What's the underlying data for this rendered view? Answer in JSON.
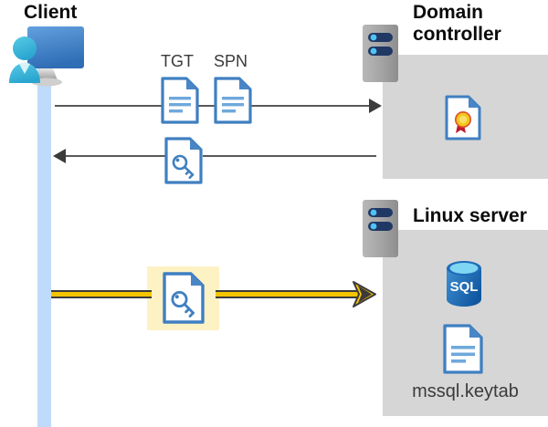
{
  "diagram": {
    "title": "Kerberos authentication flow between client, domain controller and Linux server",
    "actors": {
      "client": {
        "label": "Client",
        "icon": "desktop-user-icon"
      },
      "domain_controller": {
        "label": "Domain controller",
        "label_line1": "Domain",
        "label_line2": "controller",
        "icon": "server-rack-icon",
        "panel_contents": [
          {
            "name": "certificate-icon",
            "label": ""
          }
        ]
      },
      "linux_server": {
        "label": "Linux server",
        "icon": "server-rack-icon",
        "panel_contents": [
          {
            "name": "sql-database-icon",
            "label": "SQL"
          },
          {
            "name": "keytab-file-icon",
            "label": "mssql.keytab"
          }
        ]
      }
    },
    "messages": [
      {
        "id": "request",
        "from": "client",
        "to": "domain_controller",
        "direction": "right",
        "style": "gray",
        "artifacts": [
          {
            "label": "TGT",
            "icon": "document-icon"
          },
          {
            "label": "SPN",
            "icon": "document-icon"
          }
        ]
      },
      {
        "id": "ticket-response",
        "from": "domain_controller",
        "to": "client",
        "direction": "left",
        "style": "gray",
        "artifacts": [
          {
            "label": "",
            "icon": "document-key-icon"
          }
        ]
      },
      {
        "id": "service-ticket",
        "from": "client",
        "to": "linux_server",
        "direction": "right",
        "style": "yellow-highlighted",
        "artifacts": [
          {
            "label": "",
            "icon": "document-key-icon"
          }
        ]
      }
    ],
    "labels": {
      "tgt": "TGT",
      "spn": "SPN",
      "keytab_file": "mssql.keytab",
      "sql": "SQL"
    },
    "colors": {
      "panel_gray": "#d6d6d6",
      "lifeline_blue": "#bfdbfb",
      "highlight_yellow": "#fdf2c4",
      "arrow_yellow": "#f5c400",
      "arrow_gray": "#595959",
      "doc_blue": "#3f7fc1",
      "sql_blue": "#1e6bb8",
      "cert_gold": "#f5c518",
      "cert_red": "#c0192b",
      "rack_gray": "#a6a6a6",
      "rack_navy": "#203864",
      "title_black": "#0b0b0b"
    }
  }
}
